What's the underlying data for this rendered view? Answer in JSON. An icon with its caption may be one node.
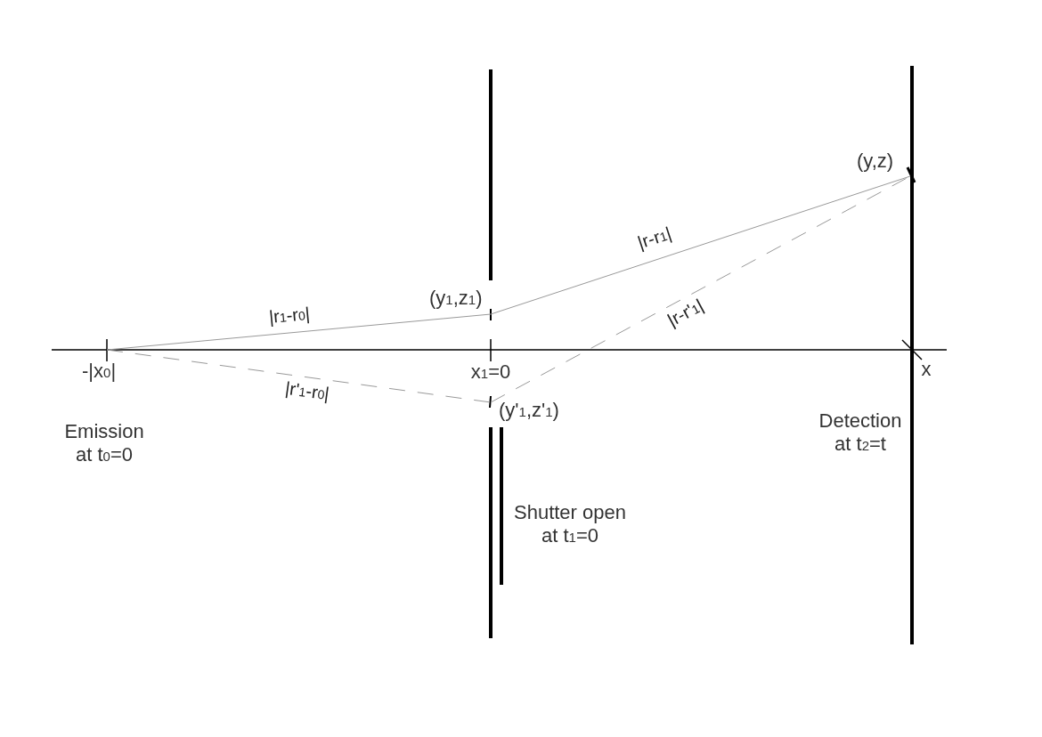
{
  "diagram": {
    "nodes": [
      {
        "text": [
          "-|x$_{0}$|"
        ]
      },
      {
        "text": [
          "(y$_{1}$,z$_{1}$)"
        ]
      },
      {
        "text": [
          "(y'$_{1}$,z'$_{1}$)"
        ]
      },
      {
        "text": [
          "(y,z)"
        ]
      }
    ],
    "edges": [
      {
        "from": 0,
        "to": 1,
        "arrow": "none",
        "label": "|r$_{1}$-r$_{0}$|"
      },
      {
        "from": 0,
        "to": 2,
        "arrow": "none",
        "label": "|r'$_{1}$-r$_{0}$|",
        "style": "dashed"
      },
      {
        "from": 1,
        "to": 3,
        "arrow": "none",
        "label": "|r-r$_{1}$|"
      },
      {
        "from": 2,
        "to": 3,
        "arrow": "none",
        "label": "|r-r'$_{1}$|",
        "style": "dashed"
      }
    ],
    "labels": [
      "x$_{1}$=0",
      "x",
      "Emission at t$_{0}$=0",
      "Shutter open at t$_{1}$=0",
      "Detection at t$_{2}$=t"
    ]
  }
}
